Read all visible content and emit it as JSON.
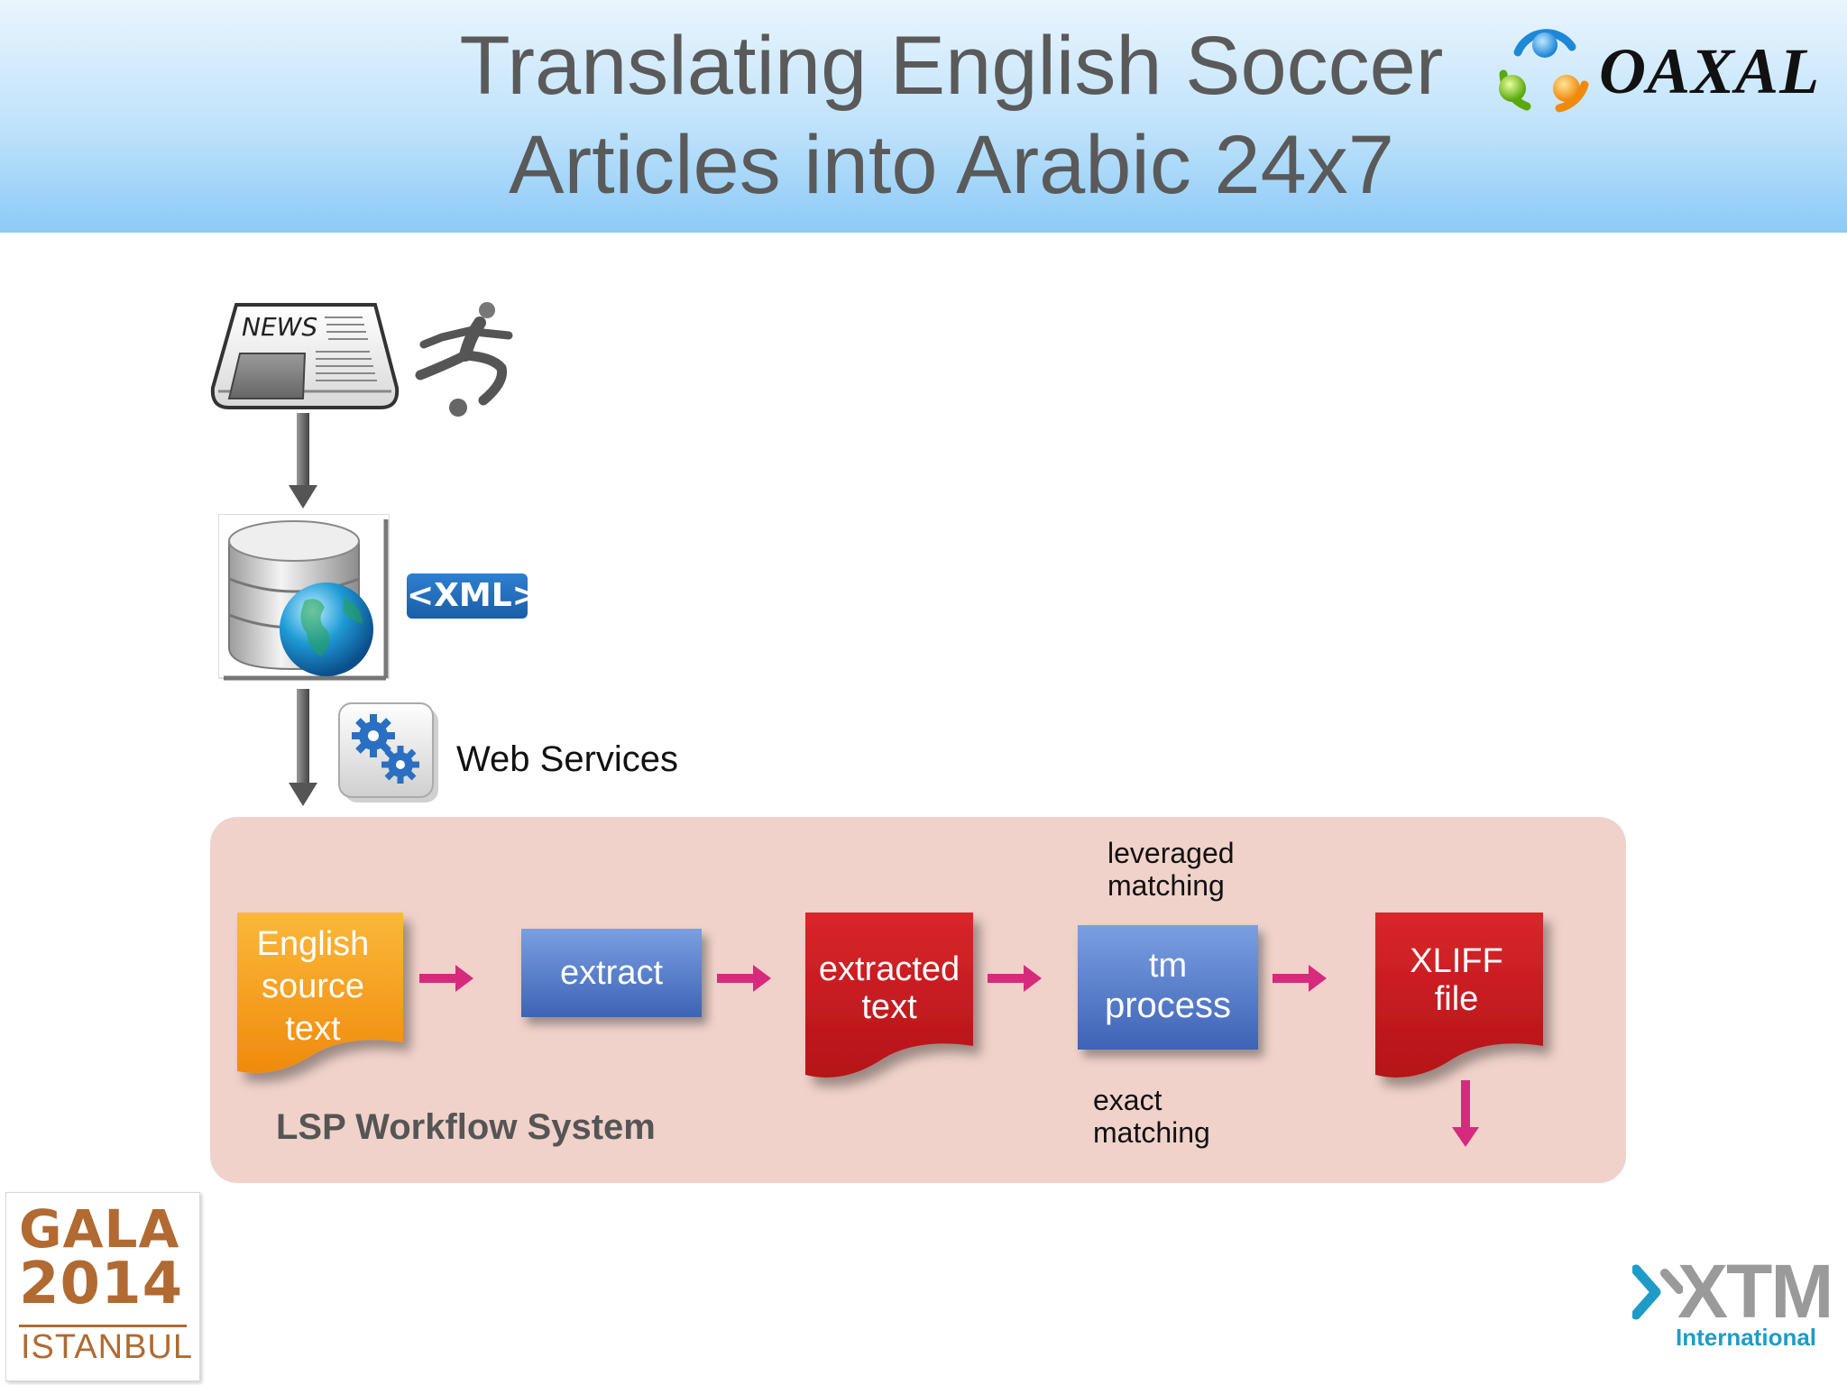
{
  "header": {
    "title_line1": "Translating English Soccer",
    "title_line2": "Articles into Arabic 24x7",
    "logo_text": "OAXAL"
  },
  "top_diagram": {
    "news_label": "NEWS",
    "xml_label": "<XML>",
    "web_services_label": "Web Services"
  },
  "workflow": {
    "system_label": "LSP Workflow System",
    "source_label": "English source text",
    "extract_label": "extract",
    "extracted_label": "extracted text",
    "tm_label_line1": "tm",
    "tm_label_line2": "process",
    "xliff_label": "XLIFF file",
    "leveraged_note": "leveraged matching",
    "exact_note": "exact matching"
  },
  "footer": {
    "gala_line1": "GALA",
    "gala_line2": "2014",
    "gala_line3": "ISTANBUL",
    "xtm_text": "XTM",
    "xtm_sub": "International"
  },
  "colors": {
    "header_gradient_bottom": "#8ccaf6",
    "panel": "#f0d2ca",
    "arrow_pink": "#d82a7d",
    "doc_orange": "#f7a21b",
    "doc_red": "#c4161c",
    "box_blue": "#4c74c6",
    "gala": "#b06a32",
    "xtm_blue": "#1e9cc7"
  }
}
